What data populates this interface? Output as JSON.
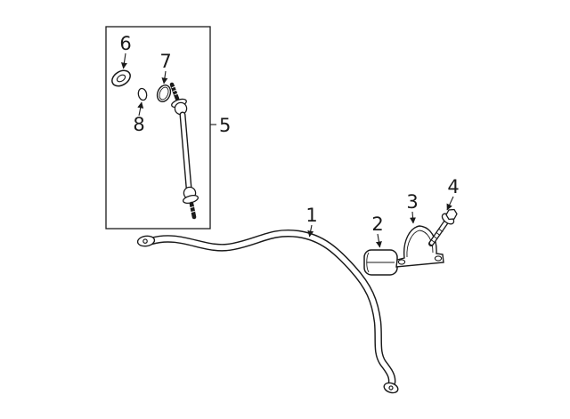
{
  "colors": {
    "line": "#1a1a1a",
    "background": "#ffffff"
  },
  "callouts": {
    "c1": {
      "label": "1"
    },
    "c2": {
      "label": "2"
    },
    "c3": {
      "label": "3"
    },
    "c4": {
      "label": "4"
    },
    "c5": {
      "label": "5"
    },
    "c6": {
      "label": "6"
    },
    "c7": {
      "label": "7"
    },
    "c8": {
      "label": "8"
    }
  }
}
